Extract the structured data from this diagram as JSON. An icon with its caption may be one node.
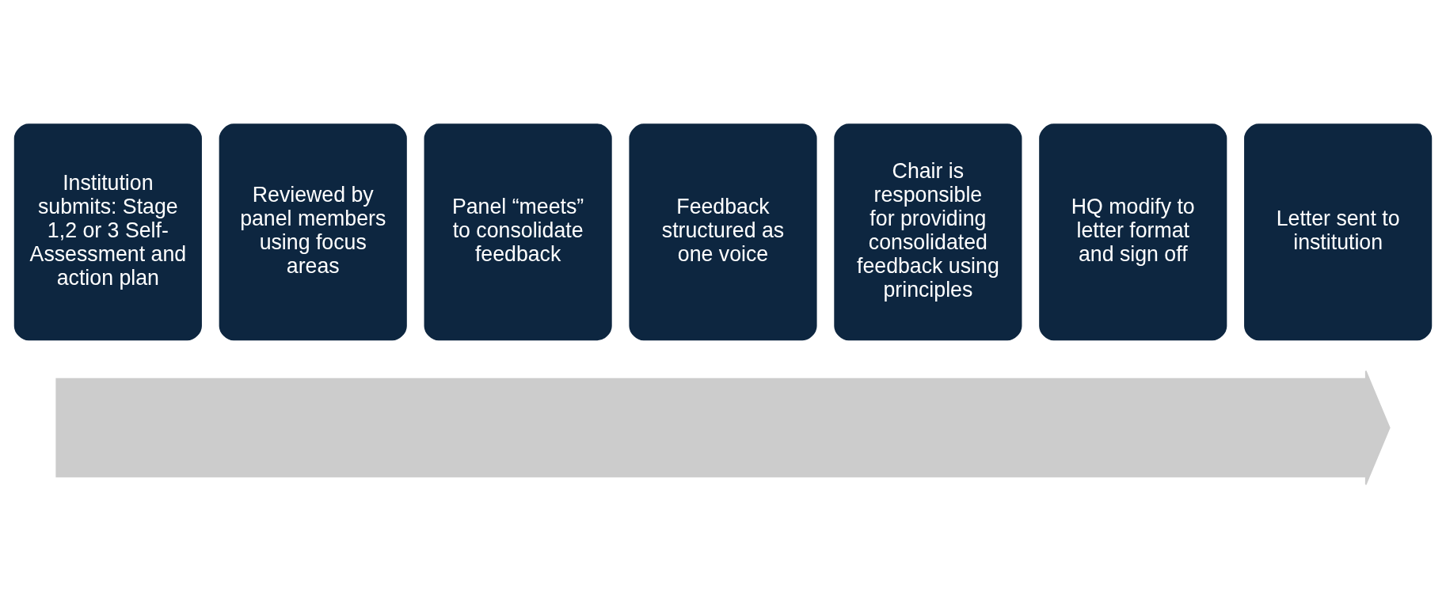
{
  "diagram": {
    "nodes": [
      {
        "text": [
          "Institution submits: Stage 1,2 or 3 Self-Assessment and action plan"
        ]
      },
      {
        "text": [
          "Reviewed by panel members using focus areas"
        ]
      },
      {
        "text": [
          "Panel “meets” to consolidate feedback"
        ]
      },
      {
        "text": [
          "Feedback structured as one voice"
        ]
      },
      {
        "text": [
          "Chair is responsible for providing consolidated feedback using principles"
        ]
      },
      {
        "text": [
          "HQ modify to letter format and sign off"
        ]
      },
      {
        "text": [
          "Letter sent to institution"
        ]
      },
      {
        "text": [],
        "shape": "arrow"
      }
    ],
    "edges": []
  }
}
